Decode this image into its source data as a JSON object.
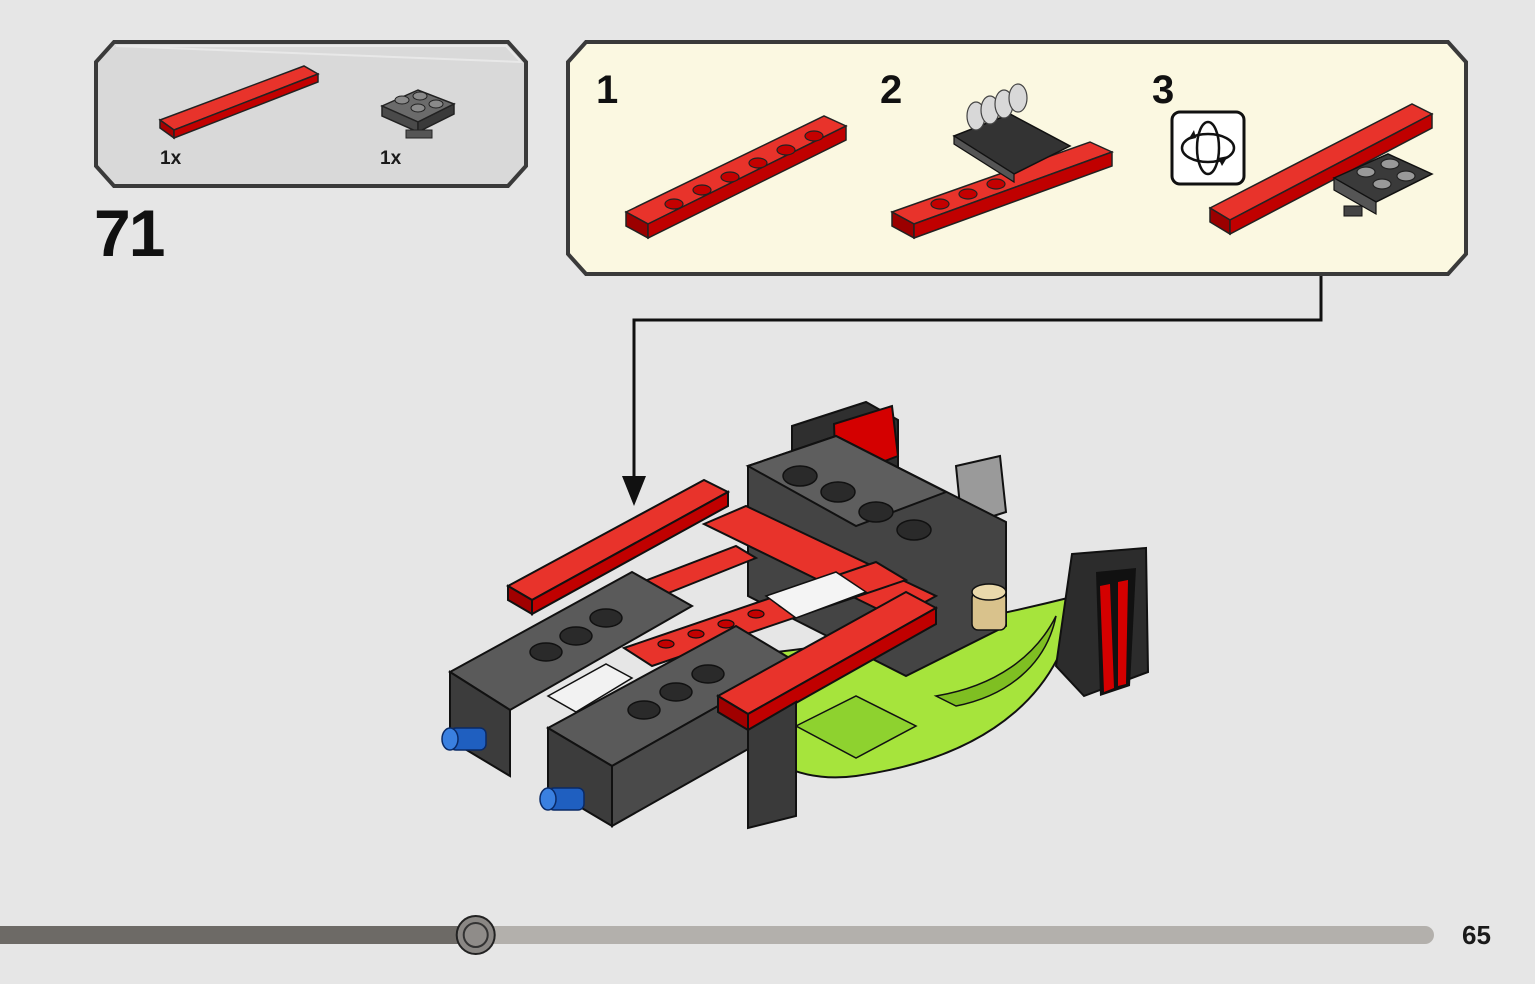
{
  "step": {
    "number": "71"
  },
  "parts": [
    {
      "qty": "1x"
    },
    {
      "qty": "1x"
    }
  ],
  "substeps": [
    {
      "number": "1"
    },
    {
      "number": "2"
    },
    {
      "number": "3"
    }
  ],
  "page": {
    "number": "65",
    "progress": 0.315
  },
  "colors": {
    "background": "#e6e6e6",
    "parts_panel": "#d9d9d9",
    "substep_panel": "#fbf8e1",
    "brick_red": "#d20000",
    "brick_dark_gray": "#575757",
    "lime": "#a6e43c",
    "blue_pin": "#1f5fc0",
    "progress_filled": "#6d6a66",
    "progress_empty": "#b3b0ac"
  }
}
